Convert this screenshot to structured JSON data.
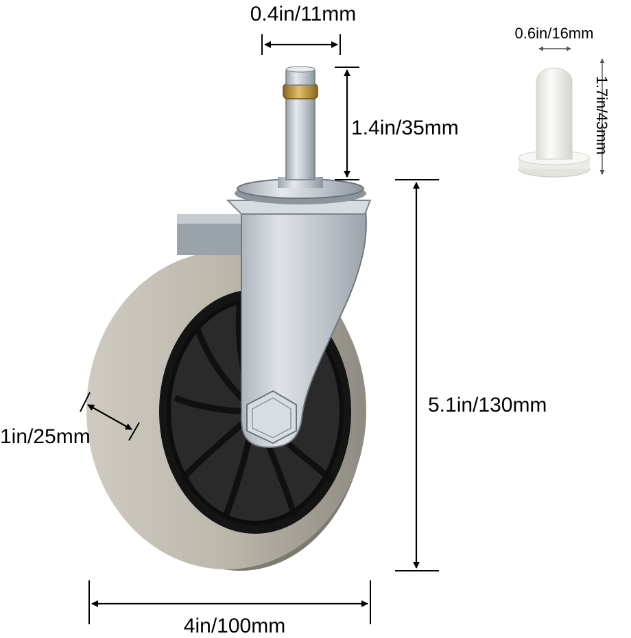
{
  "dimensions": {
    "stem_diameter": "0.4in/11mm",
    "stem_length": "1.4in/35mm",
    "total_height": "5.1in/130mm",
    "wheel_width": "1in/25mm",
    "wheel_diameter": "4in/100mm",
    "sleeve_diameter": "0.6in/16mm",
    "sleeve_height": "1.7in/43mm"
  },
  "colors": {
    "tire": "#b8b3a7",
    "hub": "#1c1c1c",
    "steel": "#c9ced4",
    "brass": "#b58a2c",
    "sleeve": "#f1f1ec"
  }
}
